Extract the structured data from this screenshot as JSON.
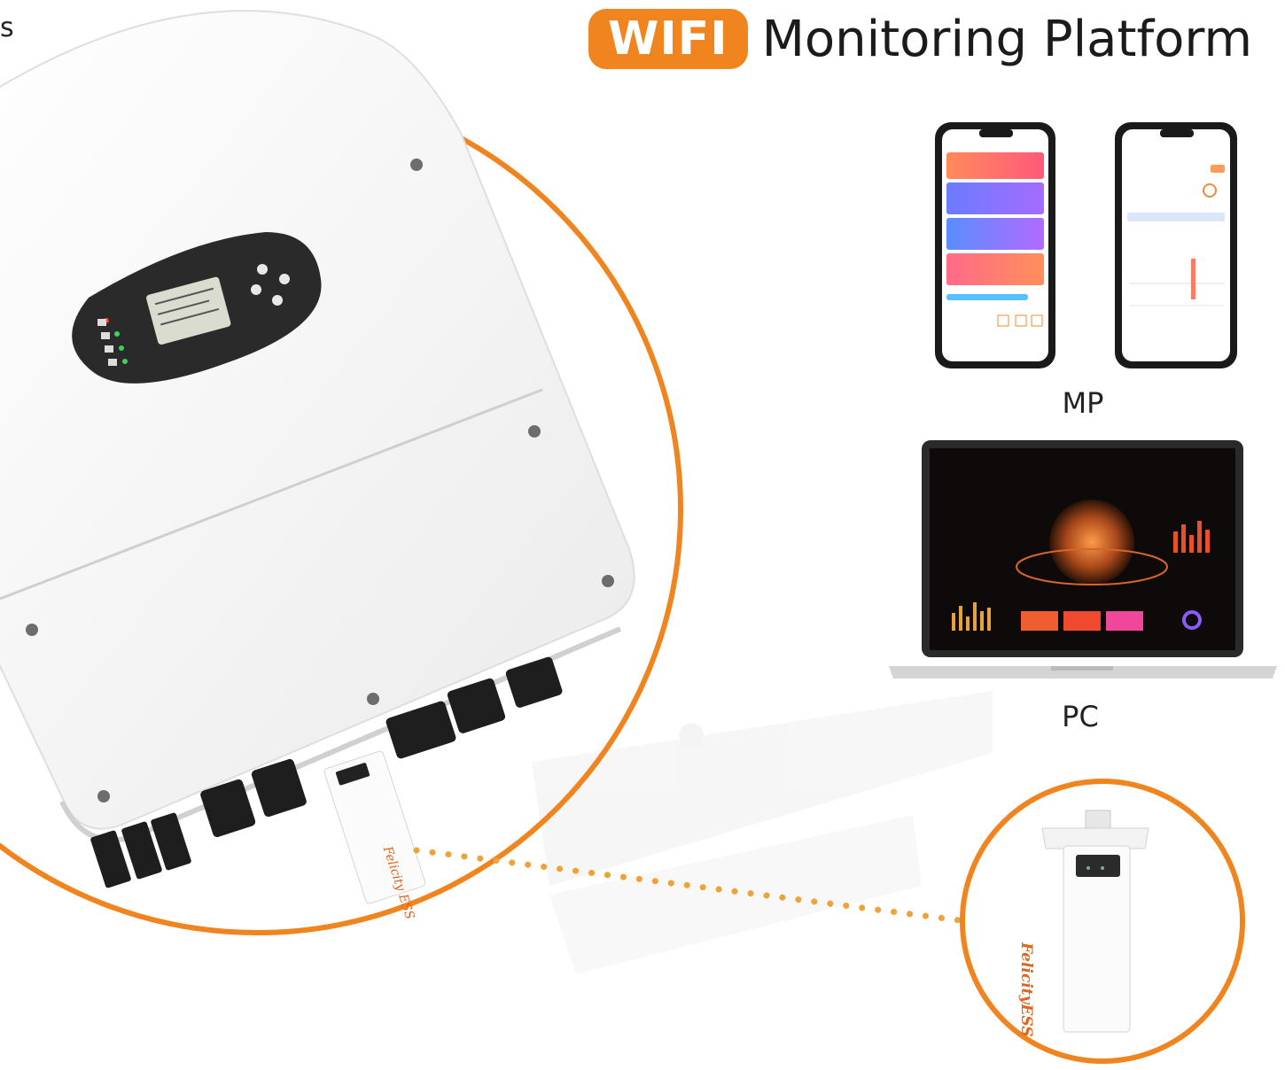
{
  "header": {
    "badge": "WIFI",
    "title": "Monitoring Platform"
  },
  "devices": {
    "mobile_caption": "MP",
    "pc_caption": "PC"
  },
  "brand": {
    "dongle_logo": "FelicityESS"
  },
  "colors": {
    "accent": "#f0841f",
    "inverter_body": "#f4f4f4",
    "display_panel": "#2a2a2a"
  }
}
